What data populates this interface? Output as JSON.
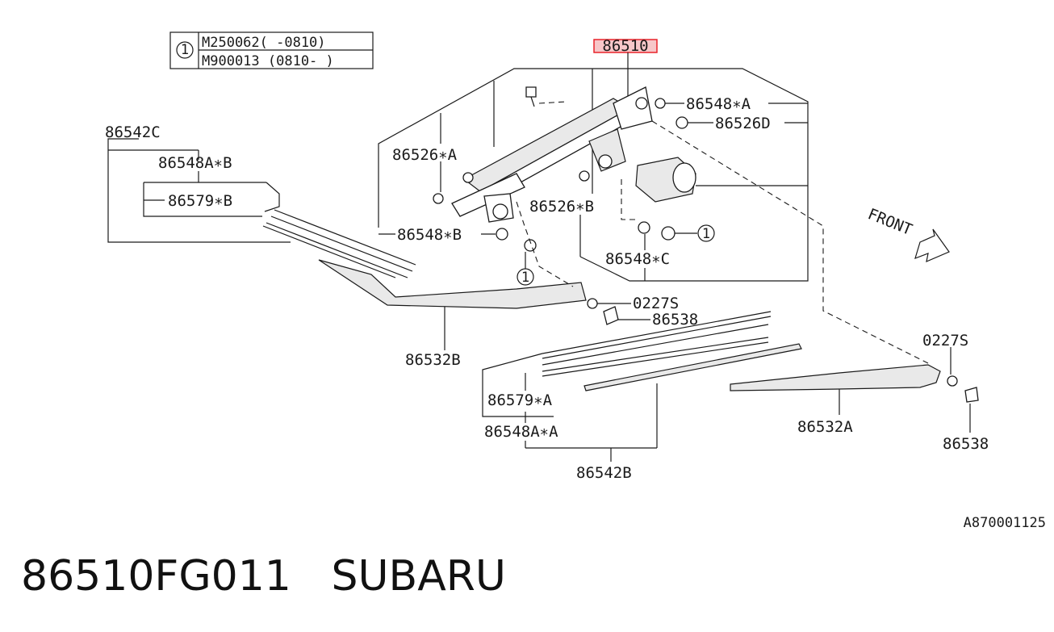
{
  "note_table": {
    "marker": "1",
    "rows": [
      "M250062(  -0810)",
      "M900013 (0810-  )"
    ]
  },
  "highlight_label": "86510",
  "highlight_color": "#e8232a",
  "callouts": {
    "c86548A": "86548∗A",
    "c86526D": "86526D",
    "c86542C": "86542C",
    "c86548AB": "86548A∗B",
    "c86579B": "86579∗B",
    "c86526A": "86526∗A",
    "c86526B": "86526∗B",
    "c86548B": "86548∗B",
    "c86548C": "86548∗C",
    "c0227S_left": "0227S",
    "c86538_left": "86538",
    "c86532B": "86532B",
    "c86579A": "86579∗A",
    "c86548AA": "86548A∗A",
    "c86542B": "86542B",
    "c0227S_right": "0227S",
    "c86532A": "86532A",
    "c86538_right": "86538"
  },
  "circle_marker": "1",
  "front_label": "FRONT",
  "ref_code": "A870001125",
  "caption": "86510FG011   SUBARU"
}
